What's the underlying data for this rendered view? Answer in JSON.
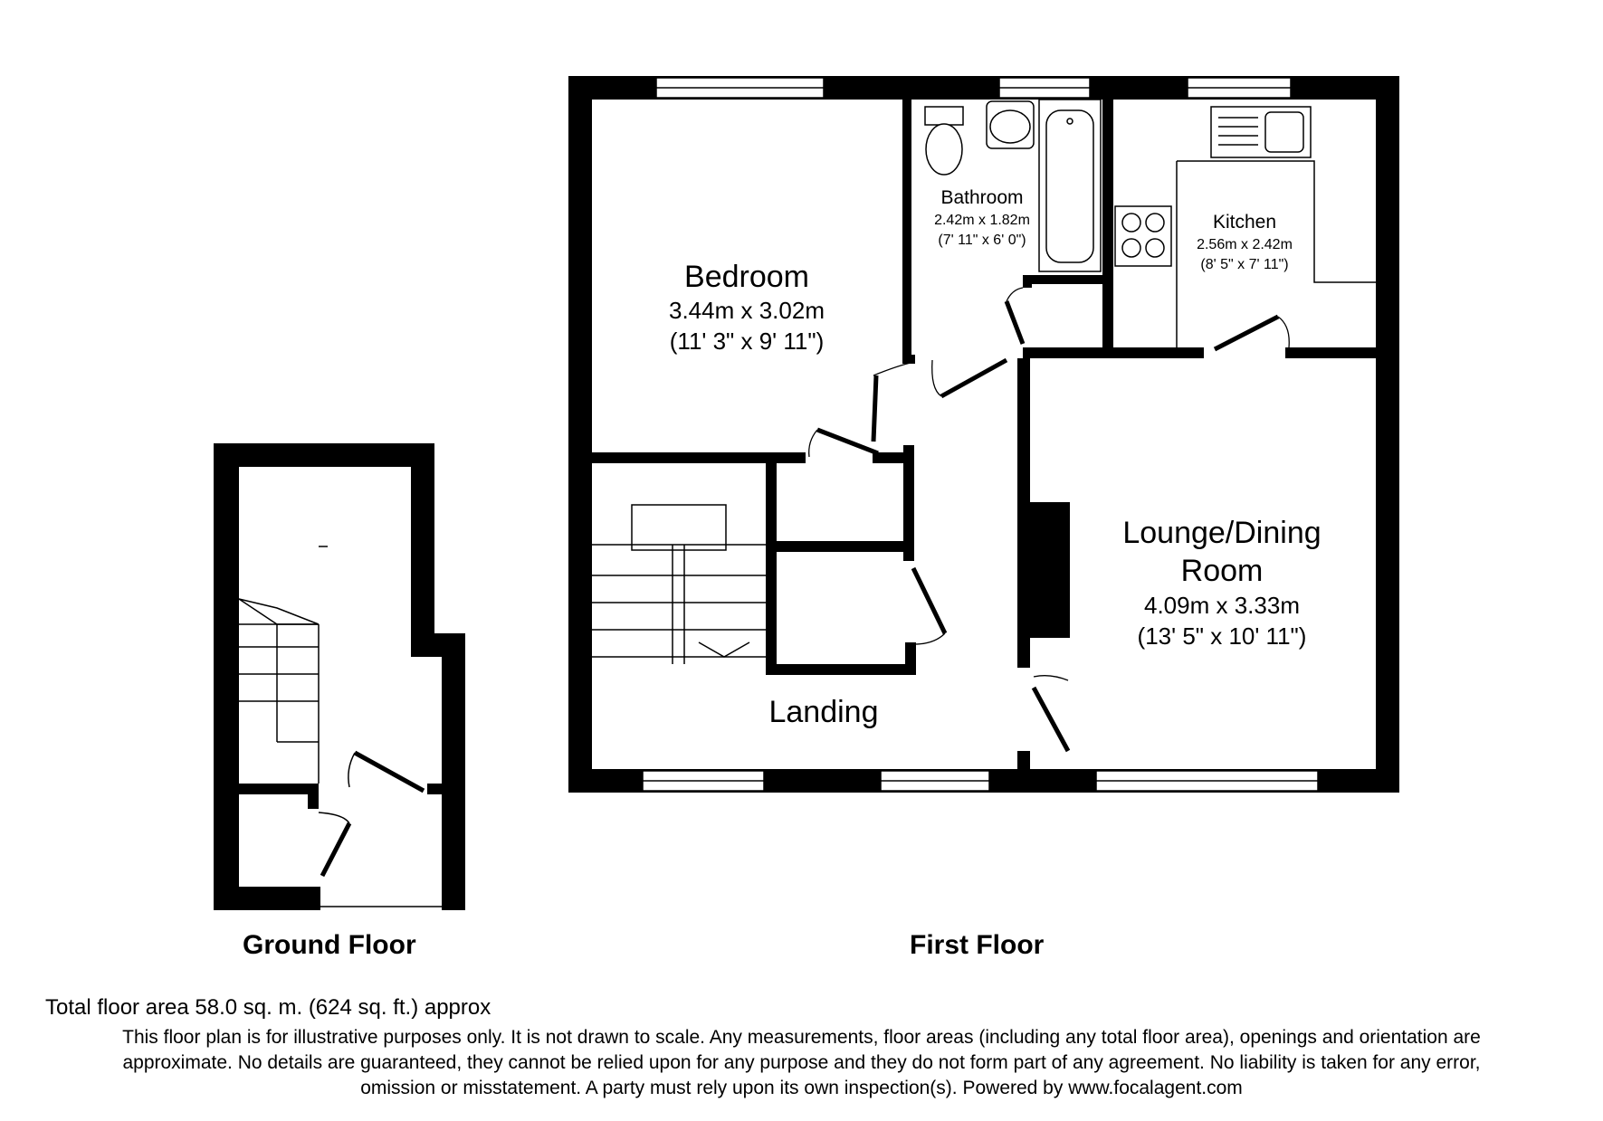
{
  "rooms": {
    "bedroom": {
      "name": "Bedroom",
      "dims_m": "3.44m x 3.02m",
      "dims_ft": "(11' 3\" x 9' 11\")"
    },
    "bathroom": {
      "name": "Bathroom",
      "dims_m": "2.42m x 1.82m",
      "dims_ft": "(7' 11\" x 6' 0\")"
    },
    "kitchen": {
      "name": "Kitchen",
      "dims_m": "2.56m x 2.42m",
      "dims_ft": "(8' 5\" x 7' 11\")"
    },
    "lounge": {
      "name_line1": "Lounge/Dining",
      "name_line2": "Room",
      "dims_m": "4.09m x 3.33m",
      "dims_ft": "(13' 5\" x 10' 11\")"
    },
    "landing": {
      "name": "Landing"
    }
  },
  "floors": {
    "ground": "Ground Floor",
    "first": "First Floor"
  },
  "footer": {
    "total_area": "Total floor area 58.0 sq. m. (624 sq. ft.) approx",
    "disclaimer_line1": "This floor plan is for illustrative purposes only. It is not drawn to scale. Any measurements, floor areas (including any total floor area), openings and orientation are",
    "disclaimer_line2": "approximate. No details are guaranteed, they cannot be relied upon for any purpose and they do not form part of any agreement. No liability is taken for any error,",
    "disclaimer_line3": "omission or misstatement. A party must rely upon its own inspection(s). Powered by www.focalagent.com"
  },
  "colors": {
    "wall": "#000000",
    "background": "#ffffff"
  }
}
